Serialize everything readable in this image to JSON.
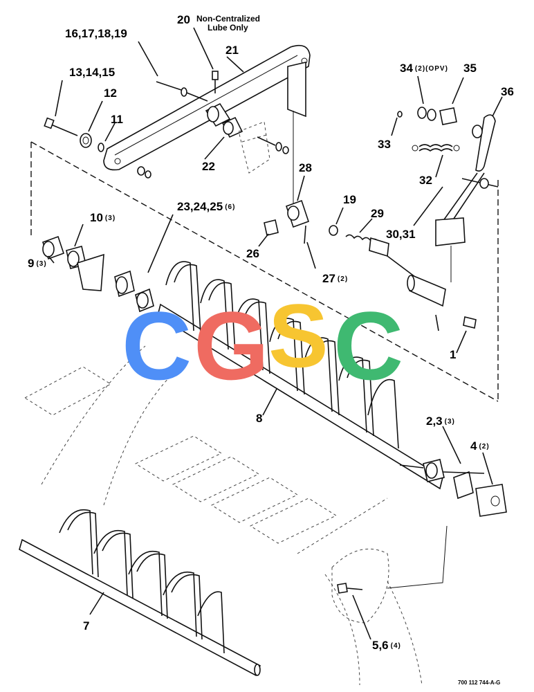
{
  "callouts": [
    {
      "id": "c20",
      "label": "20"
    },
    {
      "id": "c16",
      "label": "16,17,18,19"
    },
    {
      "id": "c21",
      "label": "21"
    },
    {
      "id": "c13",
      "label": "13,14,15"
    },
    {
      "id": "c12",
      "label": "12"
    },
    {
      "id": "c11",
      "label": "11"
    },
    {
      "id": "c22",
      "label": "22"
    },
    {
      "id": "c34",
      "label": "34",
      "qty": "(2)(OPV)"
    },
    {
      "id": "c35",
      "label": "35"
    },
    {
      "id": "c36",
      "label": "36"
    },
    {
      "id": "c33",
      "label": "33"
    },
    {
      "id": "c32",
      "label": "32"
    },
    {
      "id": "c28",
      "label": "28"
    },
    {
      "id": "c19b",
      "label": "19"
    },
    {
      "id": "c29",
      "label": "29"
    },
    {
      "id": "c10",
      "label": "10",
      "qty": "(3)"
    },
    {
      "id": "c23",
      "label": "23,24,25",
      "qty": "(6)"
    },
    {
      "id": "c3031",
      "label": "30,31"
    },
    {
      "id": "c26",
      "label": "26"
    },
    {
      "id": "c27",
      "label": "27",
      "qty": "(2)"
    },
    {
      "id": "c9",
      "label": "9",
      "qty": "(3)"
    },
    {
      "id": "c1",
      "label": "1"
    },
    {
      "id": "c8",
      "label": "8"
    },
    {
      "id": "c23b",
      "label": "2,3",
      "qty": "(3)"
    },
    {
      "id": "c4",
      "label": "4",
      "qty": "(2)"
    },
    {
      "id": "c7",
      "label": "7"
    },
    {
      "id": "c56",
      "label": "5,6",
      "qty": "(4)"
    }
  ],
  "note": {
    "line1": "Non-Centralized",
    "line2": "Lube Only"
  },
  "doc_id": "700 112 744-A-G",
  "watermark": {
    "letters": [
      "C",
      "G",
      "S",
      "C"
    ],
    "colors": {
      "c1": "#4f8ff7",
      "g": "#ef6b61",
      "s": "#f7c531",
      "c2": "#3fb971"
    }
  }
}
